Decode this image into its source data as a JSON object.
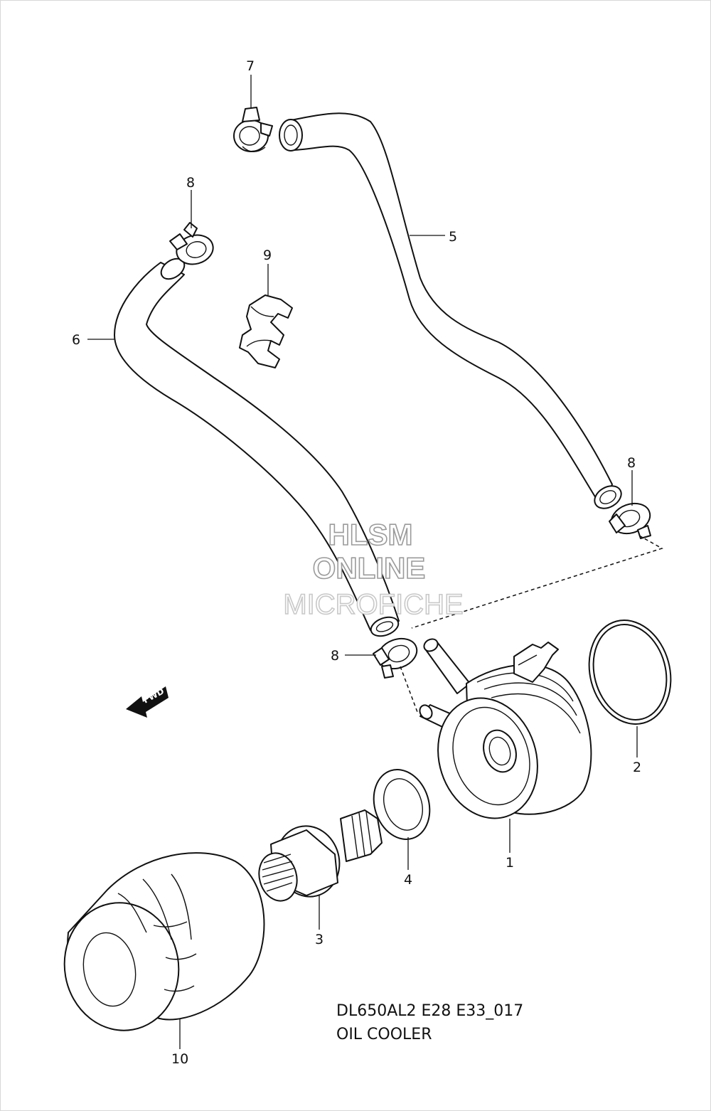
{
  "diagram": {
    "caption": {
      "model_code": "DL650AL2 E28 E33_017",
      "title": "OIL COOLER"
    },
    "watermark": {
      "line1": "HLSM",
      "line2": "ONLINE",
      "line3": "MICROFICHE"
    },
    "direction_marker": {
      "text": "FWD",
      "icon": "arrow-left-icon"
    },
    "callouts": [
      {
        "number": "1"
      },
      {
        "number": "2"
      },
      {
        "number": "3"
      },
      {
        "number": "4"
      },
      {
        "number": "5"
      },
      {
        "number": "6"
      },
      {
        "number": "7"
      },
      {
        "number": "8"
      },
      {
        "number": "8"
      },
      {
        "number": "8"
      },
      {
        "number": "9"
      },
      {
        "number": "10"
      }
    ]
  }
}
